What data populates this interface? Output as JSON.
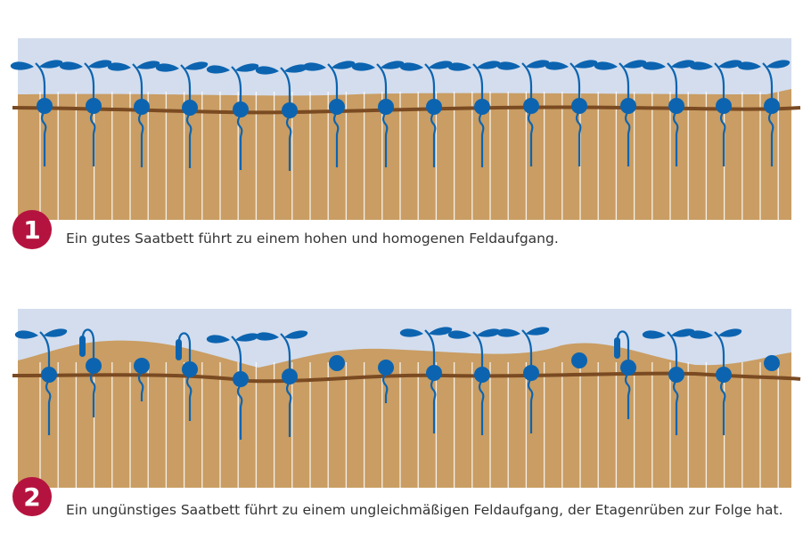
{
  "panels": [
    {
      "number": "1",
      "caption": "Ein gutes Saatbett führt zu einem hohen und homogenen Feldaufgang.",
      "plants": [
        "sprout",
        "sprout",
        "sprout",
        "sprout",
        "sprout",
        "sprout",
        "sprout",
        "sprout",
        "sprout",
        "sprout",
        "sprout",
        "sprout",
        "sprout",
        "sprout",
        "sprout",
        "sprout"
      ]
    },
    {
      "number": "2",
      "caption": "Ein ungünstiges Saatbett führt zu einem ungleichmäßigen Feldaufgang, der Etagenrüben zur Folge hat.",
      "plants": [
        "sprout",
        "hook",
        "root",
        "hook",
        "sprout",
        "sprout",
        "seed",
        "root",
        "sprout",
        "sprout",
        "sprout",
        "seed",
        "hook",
        "sprout",
        "sprout",
        "seed"
      ]
    }
  ],
  "colors": {
    "sky": "#d3ddee",
    "soil": "#c99d63",
    "line": "#7a4a22",
    "plant": "#0c64b0",
    "badge": "#b5133f"
  }
}
